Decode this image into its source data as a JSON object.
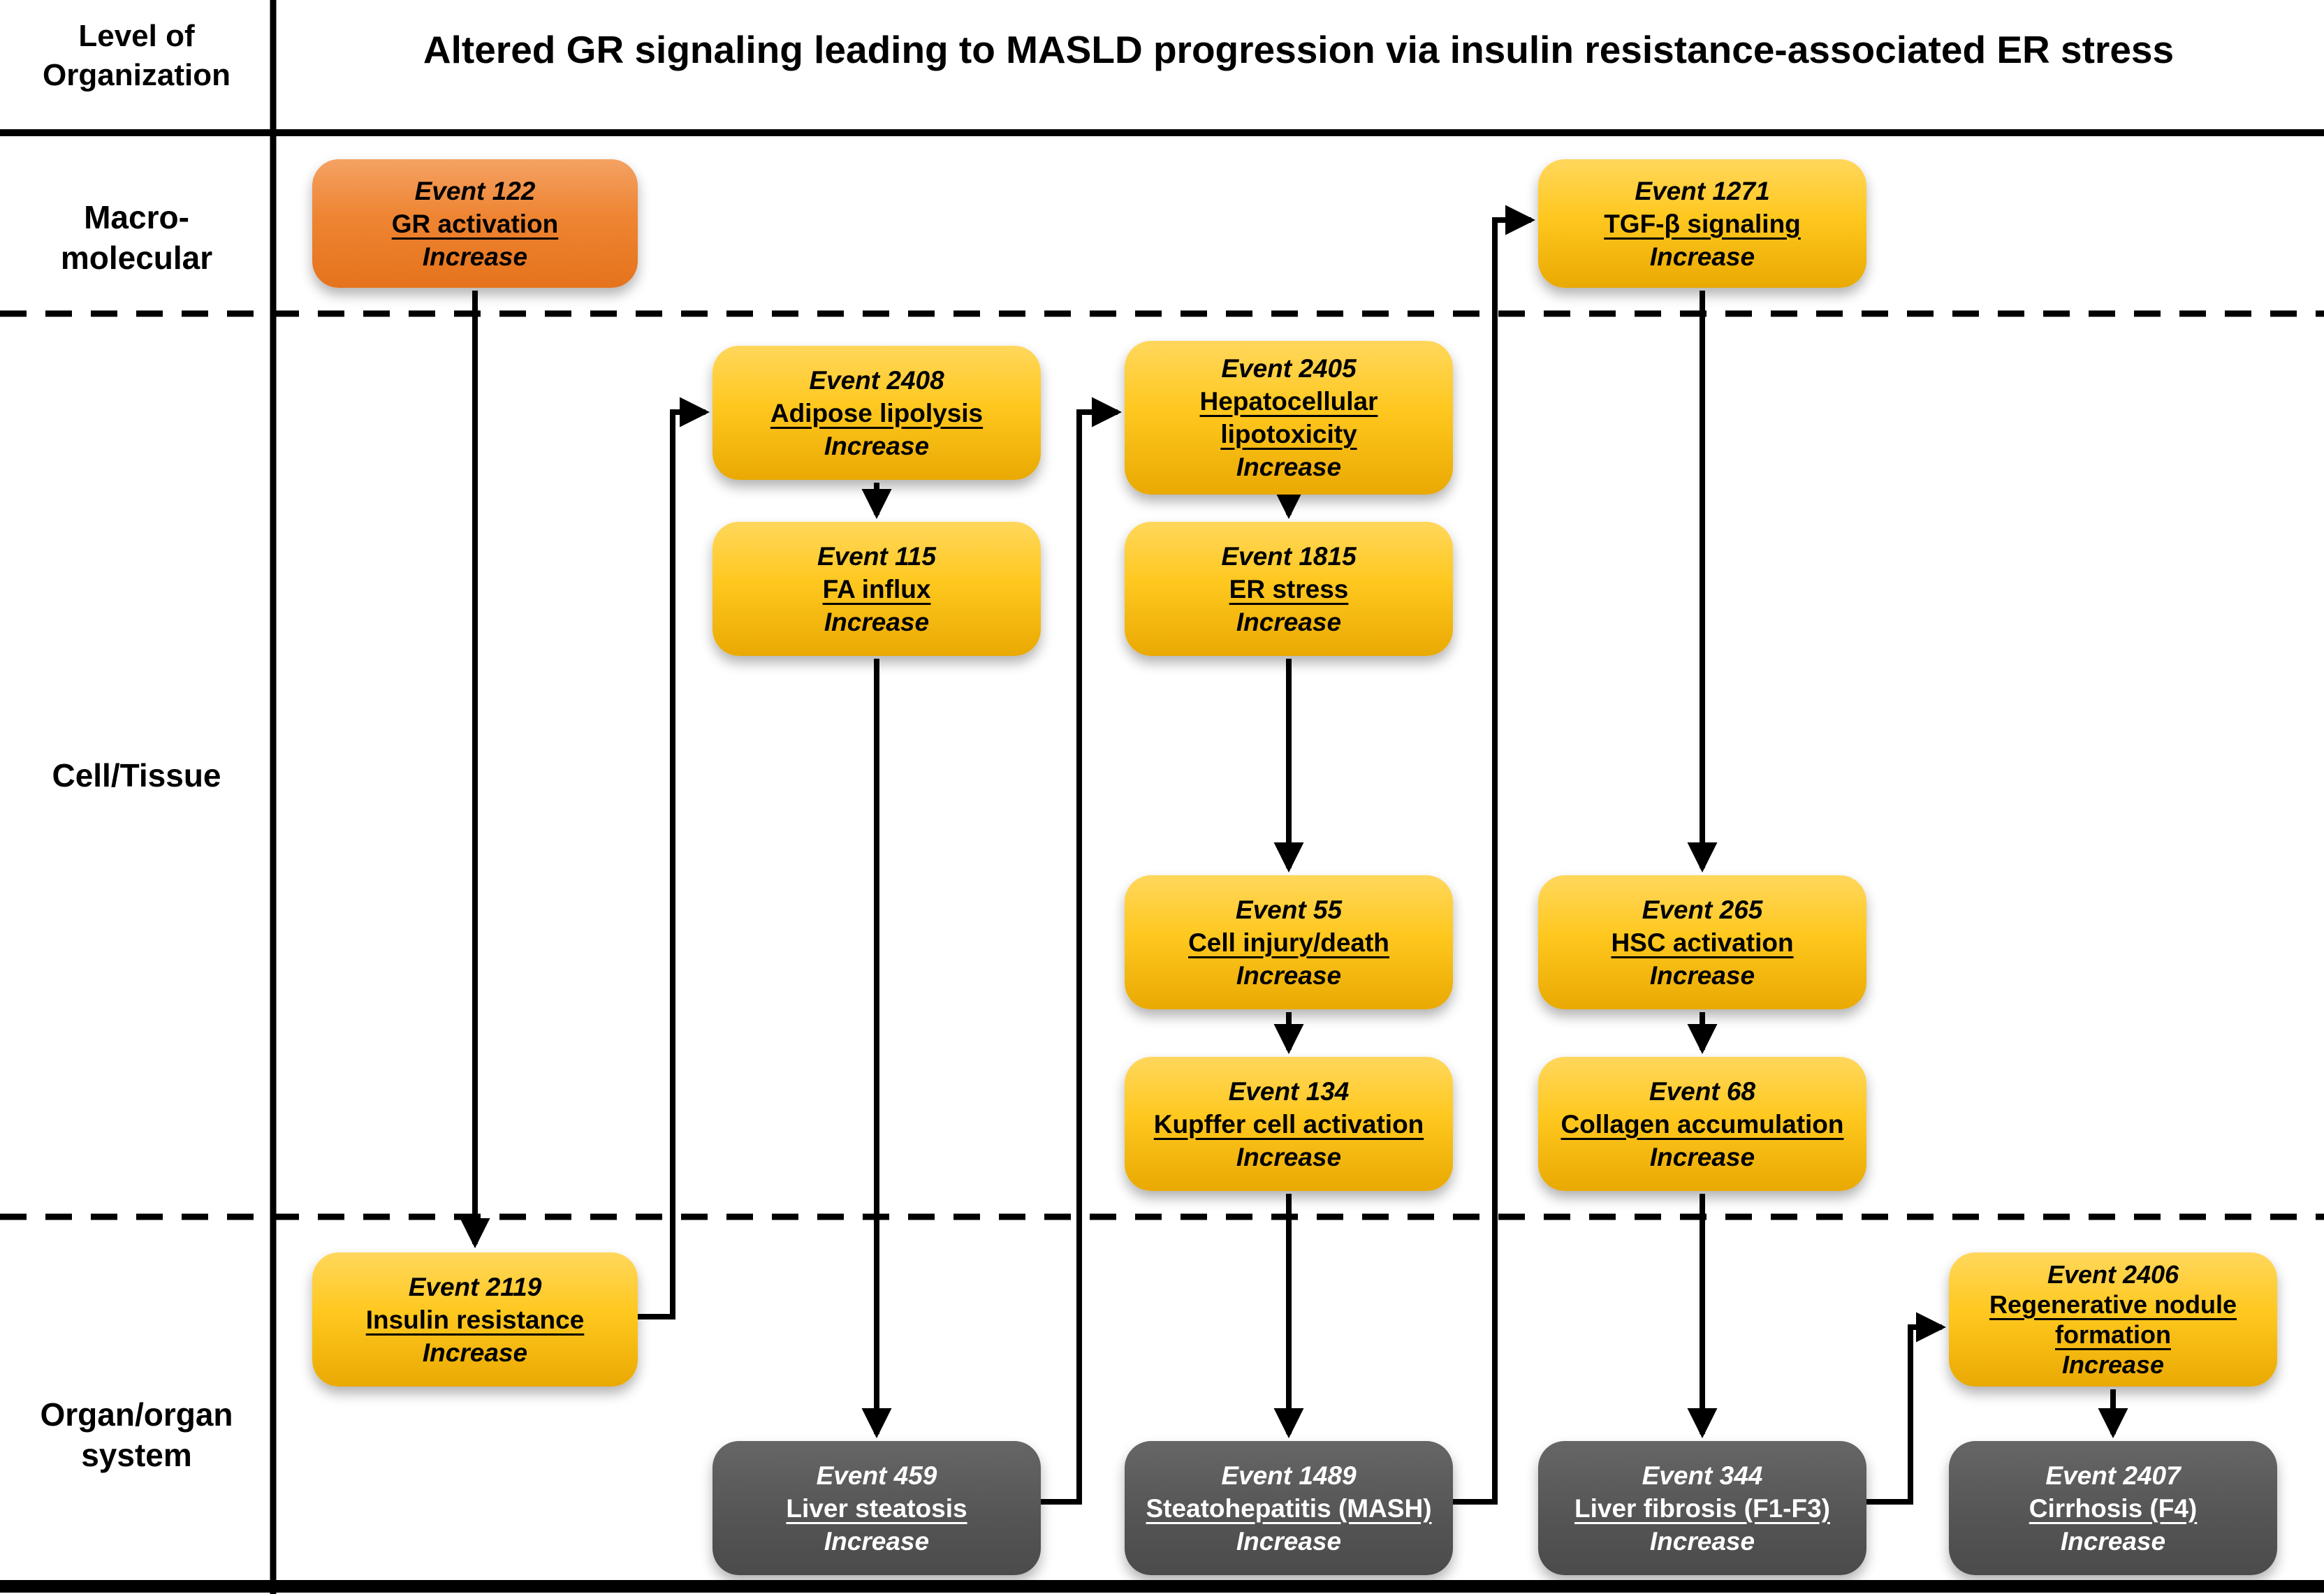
{
  "header": {
    "organization_label": [
      "Level of",
      "Organization"
    ],
    "title": "Altered GR signaling leading to MASLD progression via insulin resistance-associated ER stress"
  },
  "rows": [
    {
      "id": "macromolecular",
      "label": [
        "Macro-",
        "molecular"
      ]
    },
    {
      "id": "cell-tissue",
      "label": [
        "Cell/Tissue"
      ]
    },
    {
      "id": "organ-system",
      "label": [
        "Organ/organ",
        "system"
      ]
    }
  ],
  "nodes": {
    "ev122": {
      "event": "Event 122",
      "name": "GR activation",
      "change": "Increase",
      "kind": "orange",
      "row": "macromolecular"
    },
    "ev1271": {
      "event": "Event 1271",
      "name": "TGF-β signaling",
      "change": "Increase",
      "kind": "yellow",
      "row": "macromolecular"
    },
    "ev2408": {
      "event": "Event 2408",
      "name": "Adipose lipolysis",
      "change": "Increase",
      "kind": "yellow",
      "row": "cell-tissue"
    },
    "ev2405": {
      "event": "Event 2405",
      "name": "Hepatocellular lipotoxicity",
      "change": "Increase",
      "kind": "yellow",
      "row": "cell-tissue"
    },
    "ev115": {
      "event": "Event 115",
      "name": "FA influx",
      "change": "Increase",
      "kind": "yellow",
      "row": "cell-tissue"
    },
    "ev1815": {
      "event": "Event 1815",
      "name": "ER stress",
      "change": "Increase",
      "kind": "yellow",
      "row": "cell-tissue"
    },
    "ev55": {
      "event": "Event 55",
      "name": "Cell injury/death",
      "change": "Increase",
      "kind": "yellow",
      "row": "cell-tissue"
    },
    "ev265": {
      "event": "Event 265",
      "name": "HSC activation",
      "change": "Increase",
      "kind": "yellow",
      "row": "cell-tissue"
    },
    "ev134": {
      "event": "Event 134",
      "name": "Kupffer cell activation",
      "change": "Increase",
      "kind": "yellow",
      "row": "cell-tissue"
    },
    "ev68": {
      "event": "Event 68",
      "name": "Collagen accumulation",
      "change": "Increase",
      "kind": "yellow",
      "row": "cell-tissue"
    },
    "ev2119": {
      "event": "Event 2119",
      "name": "Insulin resistance",
      "change": "Increase",
      "kind": "yellow",
      "row": "organ-system"
    },
    "ev2406": {
      "event": "Event 2406",
      "name": "Regenerative nodule formation",
      "change": "Increase",
      "kind": "yellow",
      "row": "organ-system"
    },
    "ev459": {
      "event": "Event 459",
      "name": "Liver steatosis",
      "change": "Increase",
      "kind": "gray",
      "row": "organ-system"
    },
    "ev1489": {
      "event": "Event 1489",
      "name": "Steatohepatitis (MASH)",
      "change": "Increase",
      "kind": "gray",
      "row": "organ-system"
    },
    "ev344": {
      "event": "Event 344",
      "name": "Liver fibrosis (F1-F3)",
      "change": "Increase",
      "kind": "gray",
      "row": "organ-system"
    },
    "ev2407": {
      "event": "Event 2407",
      "name": "Cirrhosis (F4)",
      "change": "Increase",
      "kind": "gray",
      "row": "organ-system"
    }
  },
  "edges": [
    {
      "from": "ev122",
      "to": "ev2119"
    },
    {
      "from": "ev2119",
      "to": "ev2408"
    },
    {
      "from": "ev2408",
      "to": "ev115"
    },
    {
      "from": "ev115",
      "to": "ev459"
    },
    {
      "from": "ev459",
      "to": "ev2405"
    },
    {
      "from": "ev2405",
      "to": "ev1815"
    },
    {
      "from": "ev1815",
      "to": "ev55"
    },
    {
      "from": "ev55",
      "to": "ev134"
    },
    {
      "from": "ev134",
      "to": "ev1489"
    },
    {
      "from": "ev1489",
      "to": "ev1271"
    },
    {
      "from": "ev1271",
      "to": "ev265"
    },
    {
      "from": "ev265",
      "to": "ev68"
    },
    {
      "from": "ev68",
      "to": "ev344"
    },
    {
      "from": "ev344",
      "to": "ev2406"
    },
    {
      "from": "ev2406",
      "to": "ev2407"
    }
  ],
  "colors": {
    "ki_box_orange": "#ED7D31",
    "ke_box_yellow": "#FFC81F",
    "ao_box_gray": "#575757",
    "connector": "#000000",
    "text_dark": "#000000",
    "text_light": "#FFFFFF"
  }
}
